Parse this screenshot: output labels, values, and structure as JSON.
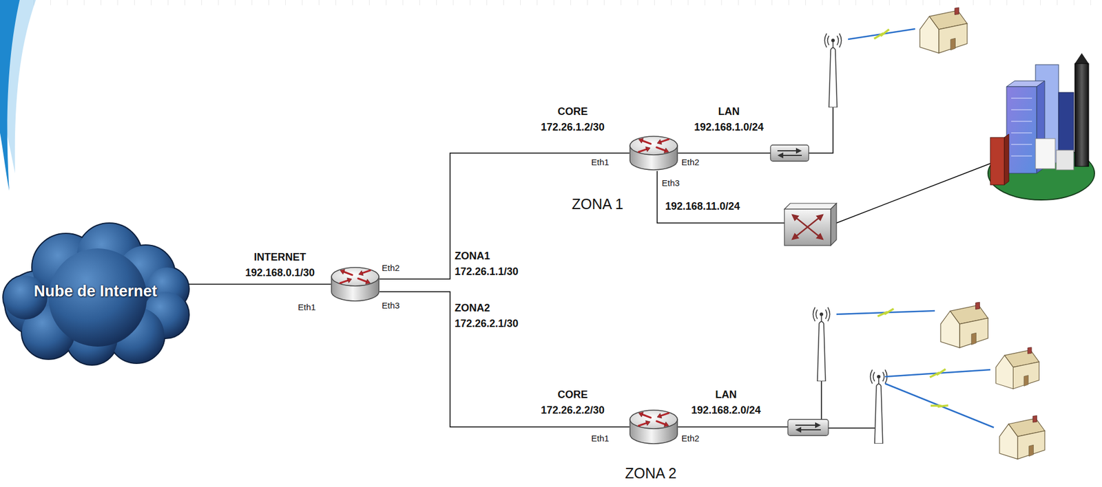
{
  "diagram": {
    "nodes": [
      {
        "text": [
          "Nube de Internet"
        ]
      },
      {
        "text": [
          "Eth1",
          "Eth2",
          "Eth3"
        ]
      },
      {
        "text": [
          "ZONA 1",
          "Eth1",
          "Eth2",
          "Eth3"
        ]
      },
      {
        "text": [
          "ZONA 2",
          "Eth1",
          "Eth2"
        ]
      }
    ],
    "edges": [
      {
        "from": 0,
        "to": 1,
        "arrow": "none"
      },
      {
        "from": 1,
        "to": 2,
        "arrow": "none"
      },
      {
        "from": 1,
        "to": 3,
        "arrow": "none"
      }
    ],
    "labels": [
      "INTERNET 192.168.0.1/30",
      "ZONA1 172.26.1.1/30",
      "ZONA2 172.26.2.1/30",
      "CORE 172.26.1.2/30",
      "LAN 192.168.1.0/24",
      "192.168.11.0/24",
      "CORE 172.26.2.2/30",
      "LAN 192.168.2.0/24"
    ]
  }
}
